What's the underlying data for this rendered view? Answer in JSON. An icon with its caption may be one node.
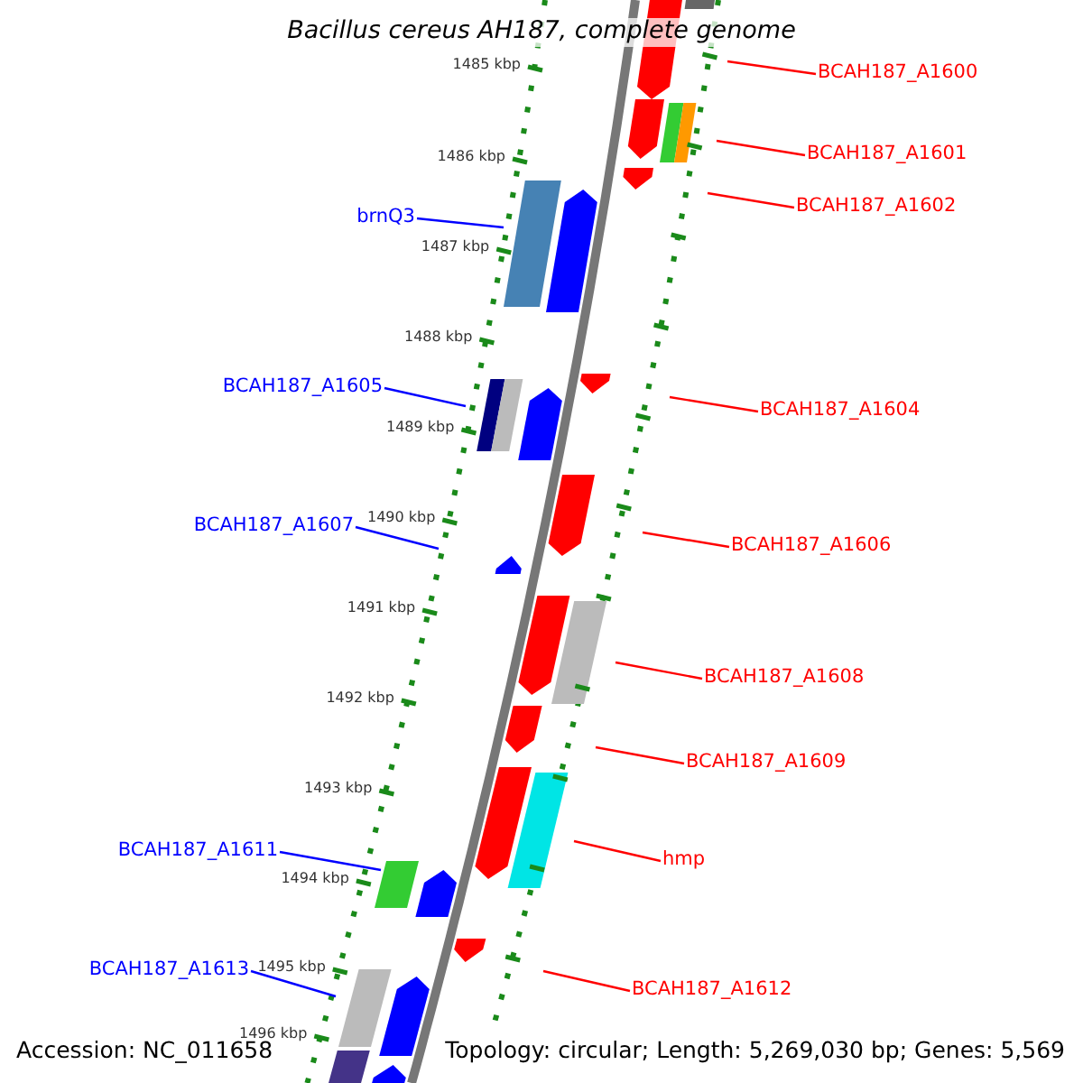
{
  "diagram": {
    "title": "Bacillus cereus AH187, complete genome",
    "nodes": [
      {
        "text": [
          "BCAH187_A1600"
        ]
      },
      {
        "text": [
          "BCAH187_A1601"
        ]
      },
      {
        "text": [
          "BCAH187_A1602"
        ]
      },
      {
        "text": [
          "brnQ3"
        ]
      },
      {
        "text": [
          "BCAH187_A1605"
        ]
      },
      {
        "text": [
          "BCAH187_A1604"
        ]
      },
      {
        "text": [
          "BCAH187_A1607"
        ]
      },
      {
        "text": [
          "BCAH187_A1606"
        ]
      },
      {
        "text": [
          "BCAH187_A1608"
        ]
      },
      {
        "text": [
          "BCAH187_A1609"
        ]
      },
      {
        "text": [
          "BCAH187_A1611"
        ]
      },
      {
        "text": [
          "hmp"
        ]
      },
      {
        "text": [
          "BCAH187_A1613"
        ]
      },
      {
        "text": [
          "BCAH187_A1612"
        ]
      }
    ],
    "edges": [
      {
        "from": 0,
        "to": null,
        "arrow": "none"
      },
      {
        "from": 1,
        "to": null,
        "arrow": "none"
      },
      {
        "from": 2,
        "to": null,
        "arrow": "none"
      },
      {
        "from": 3,
        "to": null,
        "arrow": "none",
        "color": "#0000ff"
      },
      {
        "from": 4,
        "to": null,
        "arrow": "none",
        "color": "#0000ff"
      },
      {
        "from": 5,
        "to": null,
        "arrow": "none"
      },
      {
        "from": 6,
        "to": null,
        "arrow": "none",
        "color": "#0000ff"
      },
      {
        "from": 7,
        "to": null,
        "arrow": "none"
      },
      {
        "from": 8,
        "to": null,
        "arrow": "none"
      },
      {
        "from": 9,
        "to": null,
        "arrow": "none"
      },
      {
        "from": 10,
        "to": null,
        "arrow": "none",
        "color": "#0000ff"
      },
      {
        "from": 11,
        "to": null,
        "arrow": "none"
      },
      {
        "from": 12,
        "to": null,
        "arrow": "none",
        "color": "#0000ff"
      },
      {
        "from": 13,
        "to": null,
        "arrow": "none"
      }
    ],
    "labels": [
      "1485 kbp",
      "1486 kbp",
      "1487 kbp",
      "1488 kbp",
      "1489 kbp",
      "1490 kbp",
      "1491 kbp",
      "1492 kbp",
      "1493 kbp",
      "1494 kbp",
      "1495 kbp",
      "1496 kbp",
      "Accession: NC_011658",
      "Topology: circular; Length: 5,269,030 bp; Genes: 5,569"
    ]
  }
}
